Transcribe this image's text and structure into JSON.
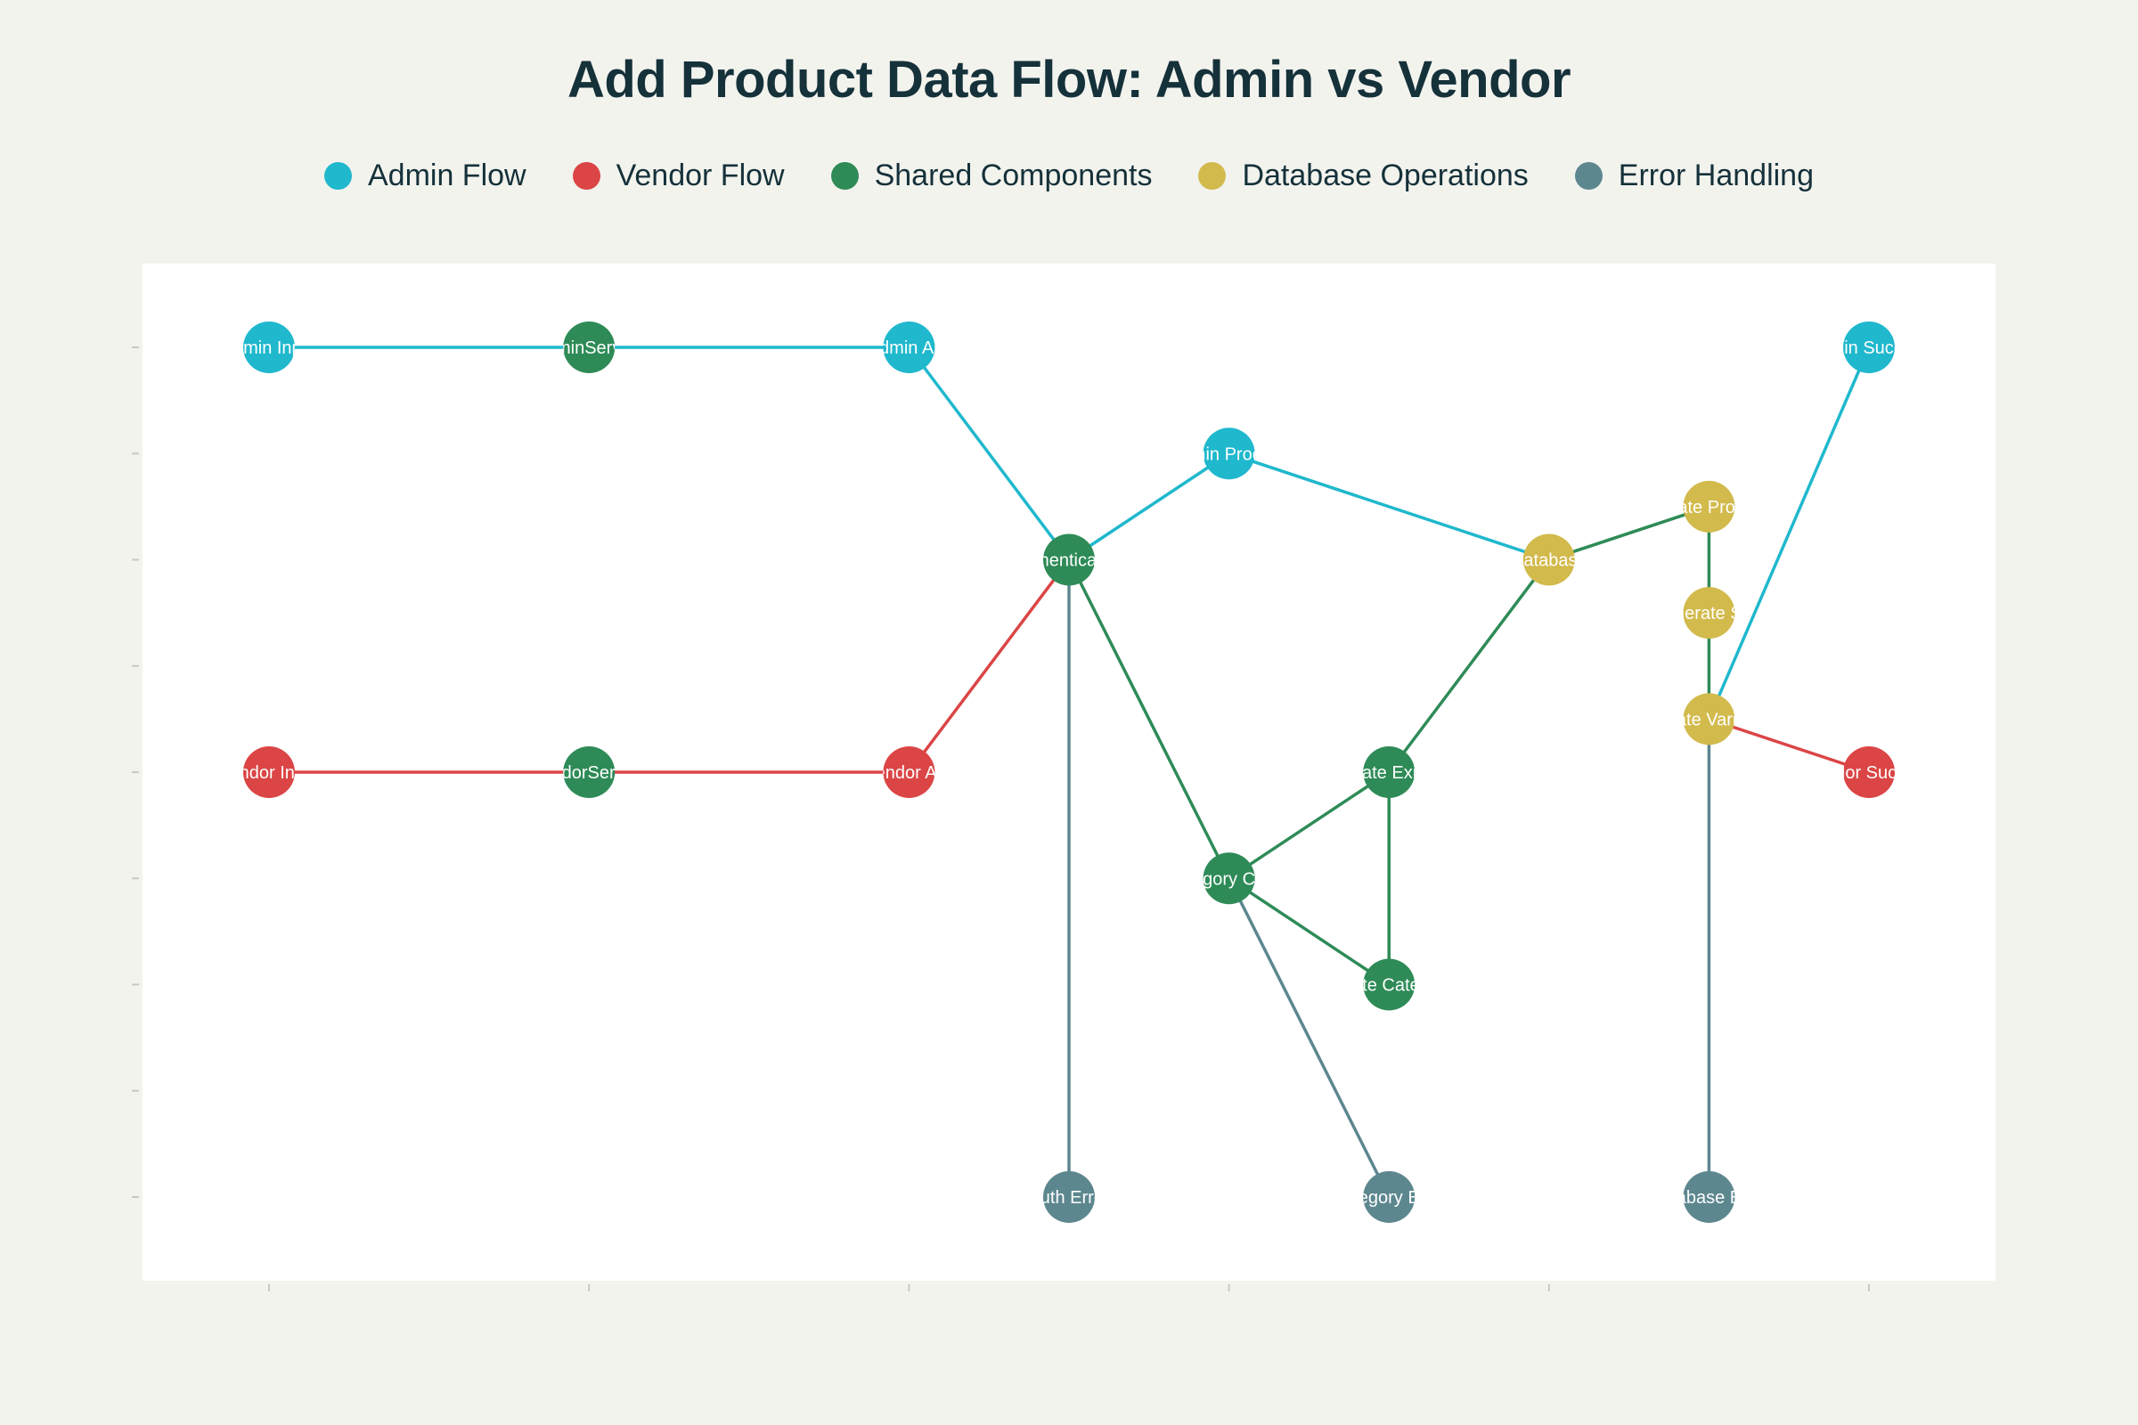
{
  "title": "Add Product Data Flow: Admin vs Vendor",
  "legend": [
    {
      "label": "Admin Flow",
      "color": "#1fb8cd"
    },
    {
      "label": "Vendor Flow",
      "color": "#db4545"
    },
    {
      "label": "Shared Components",
      "color": "#2e8b57"
    },
    {
      "label": "Database Operations",
      "color": "#d2ba4c"
    },
    {
      "label": "Error Handling",
      "color": "#5d878f"
    }
  ],
  "chart_data": {
    "type": "network",
    "x_range": [
      0,
      10
    ],
    "y_range": [
      0,
      8
    ],
    "nodes": [
      {
        "id": "admin_in",
        "label": "Admin Input",
        "group": 0,
        "x": 0,
        "y": 8
      },
      {
        "id": "admin_svc",
        "label": "AdminService",
        "group": 2,
        "x": 2,
        "y": 8
      },
      {
        "id": "admin_api",
        "label": "Admin API",
        "group": 0,
        "x": 4,
        "y": 8
      },
      {
        "id": "auth",
        "label": "Authentication",
        "group": 2,
        "x": 5,
        "y": 6
      },
      {
        "id": "admin_proc",
        "label": "Admin Process",
        "group": 0,
        "x": 6,
        "y": 7
      },
      {
        "id": "db",
        "label": "Database",
        "group": 3,
        "x": 8,
        "y": 6
      },
      {
        "id": "create_prod",
        "label": "Create Product",
        "group": 3,
        "x": 9,
        "y": 6.5
      },
      {
        "id": "gen_sku",
        "label": "Generate SKU",
        "group": 3,
        "x": 9,
        "y": 5.5
      },
      {
        "id": "create_var",
        "label": "Create Variants",
        "group": 3,
        "x": 9,
        "y": 4.5
      },
      {
        "id": "admin_succ",
        "label": "Admin Success",
        "group": 0,
        "x": 10,
        "y": 8
      },
      {
        "id": "vendor_in",
        "label": "Vendor Input",
        "group": 1,
        "x": 0,
        "y": 4
      },
      {
        "id": "vendor_svc",
        "label": "VendorService",
        "group": 2,
        "x": 2,
        "y": 4
      },
      {
        "id": "vendor_api",
        "label": "Vendor API",
        "group": 1,
        "x": 4,
        "y": 4
      },
      {
        "id": "vendor_succ",
        "label": "Vendor Success",
        "group": 1,
        "x": 10,
        "y": 4
      },
      {
        "id": "cat_check",
        "label": "Category Check",
        "group": 2,
        "x": 6,
        "y": 3
      },
      {
        "id": "cat_exists",
        "label": "Validate Existing",
        "group": 2,
        "x": 7,
        "y": 4
      },
      {
        "id": "cat_create",
        "label": "Create Category",
        "group": 2,
        "x": 7,
        "y": 2
      },
      {
        "id": "auth_err",
        "label": "Auth Error",
        "group": 4,
        "x": 5,
        "y": 0
      },
      {
        "id": "cat_err",
        "label": "Category Error",
        "group": 4,
        "x": 7,
        "y": 0
      },
      {
        "id": "db_err",
        "label": "Database Error",
        "group": 4,
        "x": 9,
        "y": 0
      }
    ],
    "edges": [
      {
        "from": "admin_in",
        "to": "admin_svc",
        "group": 0
      },
      {
        "from": "admin_svc",
        "to": "admin_api",
        "group": 0
      },
      {
        "from": "admin_api",
        "to": "auth",
        "group": 0
      },
      {
        "from": "auth",
        "to": "admin_proc",
        "group": 0
      },
      {
        "from": "admin_proc",
        "to": "db",
        "group": 0
      },
      {
        "from": "create_var",
        "to": "admin_succ",
        "group": 0
      },
      {
        "from": "vendor_in",
        "to": "vendor_svc",
        "group": 1
      },
      {
        "from": "vendor_svc",
        "to": "vendor_api",
        "group": 1
      },
      {
        "from": "vendor_api",
        "to": "auth",
        "group": 1
      },
      {
        "from": "create_var",
        "to": "vendor_succ",
        "group": 1
      },
      {
        "from": "auth",
        "to": "cat_check",
        "group": 2
      },
      {
        "from": "cat_check",
        "to": "cat_exists",
        "group": 2
      },
      {
        "from": "cat_check",
        "to": "cat_create",
        "group": 2
      },
      {
        "from": "cat_create",
        "to": "cat_exists",
        "group": 2
      },
      {
        "from": "cat_exists",
        "to": "db",
        "group": 2
      },
      {
        "from": "db",
        "to": "create_prod",
        "group": 2
      },
      {
        "from": "create_prod",
        "to": "create_var",
        "group": 2
      },
      {
        "from": "auth",
        "to": "auth_err",
        "group": 4
      },
      {
        "from": "cat_check",
        "to": "cat_err",
        "group": 4
      },
      {
        "from": "create_var",
        "to": "db_err",
        "group": 4
      }
    ],
    "xlabel": "",
    "ylabel": "",
    "legend_position": "top"
  }
}
